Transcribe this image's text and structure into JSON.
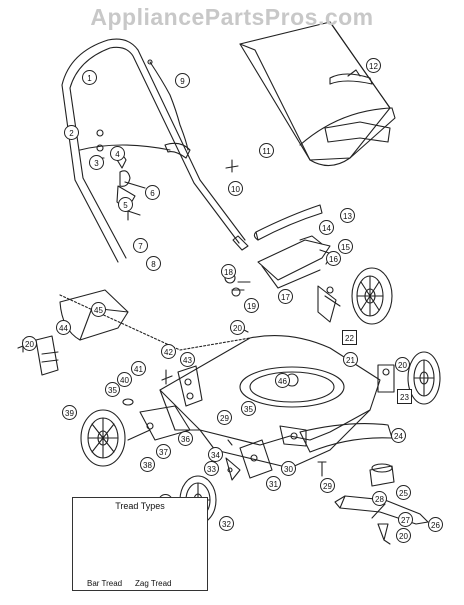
{
  "watermark": "AppliancePartsPros.com",
  "legend": {
    "title": "Tread Types",
    "bar_tread": "Bar Tread",
    "zag_tread": "Zag Tread"
  },
  "callouts": [
    "1",
    "2",
    "3",
    "4",
    "5",
    "6",
    "7",
    "8",
    "9",
    "10",
    "11",
    "12",
    "13",
    "14",
    "15",
    "16",
    "17",
    "18",
    "19",
    "20",
    "20",
    "20",
    "20",
    "21",
    "22",
    "23",
    "24",
    "25",
    "26",
    "27",
    "28",
    "29",
    "29",
    "29",
    "30",
    "31",
    "32",
    "33",
    "34",
    "35",
    "35",
    "36",
    "37",
    "38",
    "39",
    "40",
    "41",
    "42",
    "43",
    "44",
    "45",
    "46"
  ]
}
